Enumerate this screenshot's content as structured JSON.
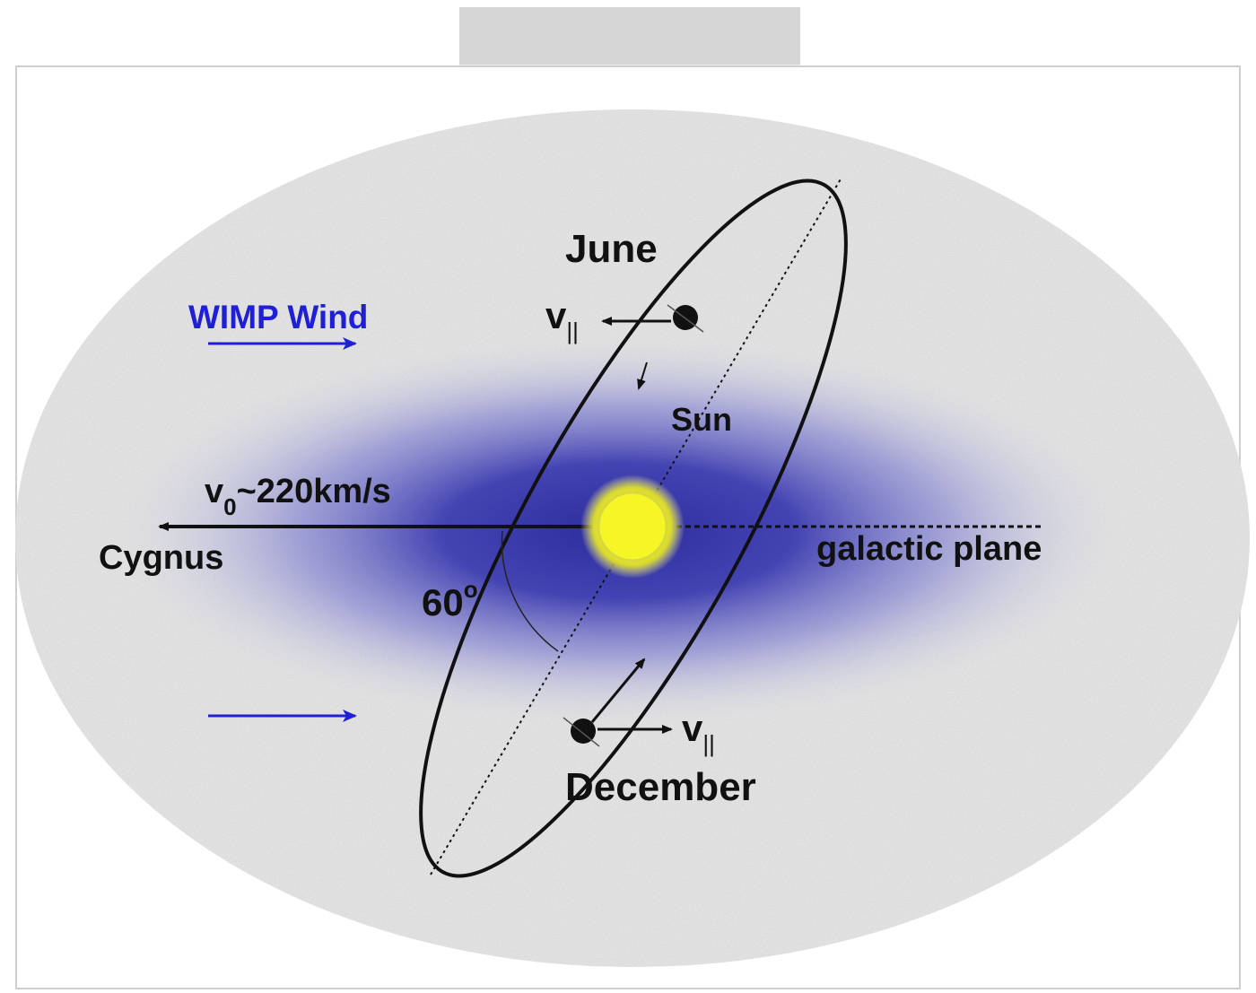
{
  "labels": {
    "june": "June",
    "december": "December",
    "wimp_wind": "WIMP Wind",
    "sun": "Sun",
    "velocity_main": "v",
    "velocity_sub": "0",
    "velocity_value": "~220km/s",
    "cygnus": "Cygnus",
    "angle_value": "60",
    "angle_unit": "o",
    "galactic_plane": "galactic plane",
    "v_parallel_top": "v",
    "v_parallel_top_sub": "||",
    "v_parallel_bottom": "v",
    "v_parallel_bottom_sub": "||"
  },
  "colors": {
    "halo": "#e7e7e7",
    "galaxy_core": "#3a3aa8",
    "sun_fill": "#f2f22a",
    "wind_blue": "#1f1fd6",
    "line": "#111111"
  },
  "icons": {
    "sun": "sun-glow",
    "earth_marker": "black-dot",
    "wind_arrow": "right-arrow"
  }
}
